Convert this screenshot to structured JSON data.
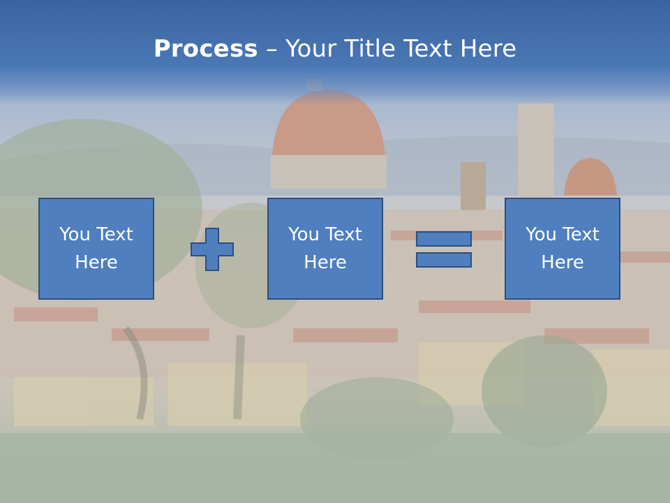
{
  "slide": {
    "title_bold": "Process",
    "title_rest": " – Your Title Text Here",
    "boxes": [
      {
        "text": "You Text Here"
      },
      {
        "text": "You Text Here"
      },
      {
        "text": "You Text Here"
      }
    ],
    "operators": [
      "plus-icon",
      "equals-icon"
    ]
  },
  "colors": {
    "header": "#3a64a0",
    "box_fill": "#4f7fbe",
    "box_border": "#2c4f80",
    "text": "#ffffff"
  }
}
